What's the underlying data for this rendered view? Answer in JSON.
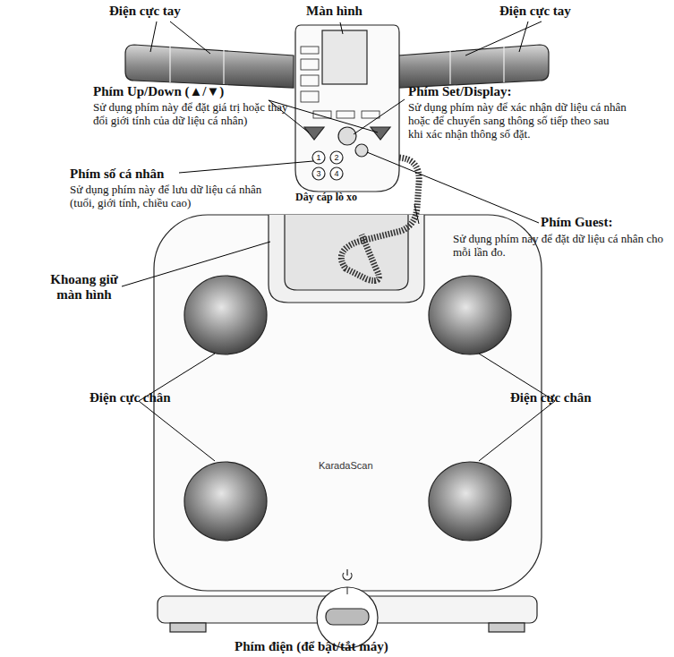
{
  "diagram": {
    "labels": [
      "Điện cực tay",
      "Màn hình",
      "Điện cực tay",
      "Phím Up/Down (▲/▼)",
      "Sử dụng phím này để đặt giá trị hoặc thay đổi giới tính của dữ liệu cá nhân)",
      "Phím Set/Display:",
      "Sử dụng phím này để xác nhận dữ liệu cá nhân hoặc để chuyển sang thông số tiếp theo sau khi xác nhận thông số đặt.",
      "Phím số cá nhân",
      "Sử dụng phím này để lưu dữ liệu cá nhân (tuổi, giới tính, chiều cao)",
      "Dây cáp lò xo",
      "Phím Guest:",
      "Sử dụng phím này để đặt dữ liệu cá nhân cho mỗi lần đo.",
      "Khoang giữ màn hình",
      "Điện cực chân",
      "Điện cực chân",
      "KaradaScan",
      "Phím điện (để bật/tắt máy)",
      "1",
      "2",
      "3",
      "4"
    ]
  }
}
